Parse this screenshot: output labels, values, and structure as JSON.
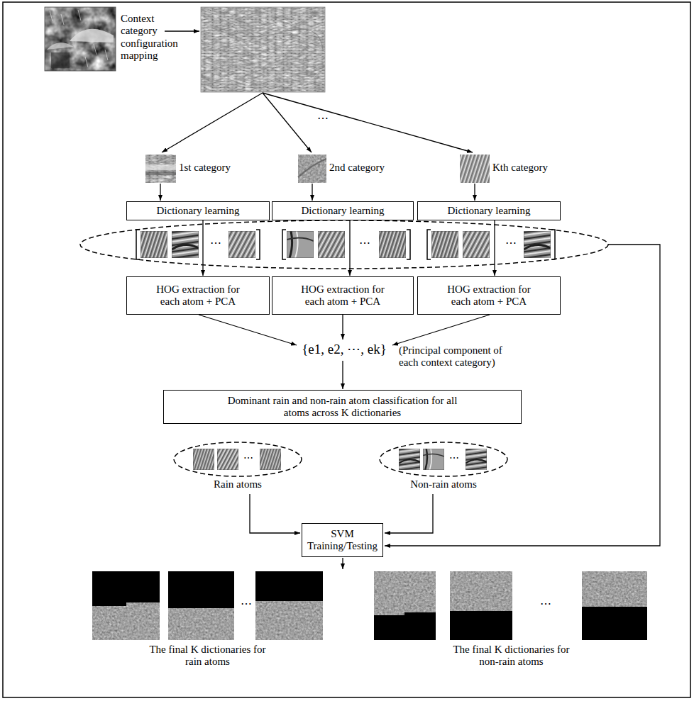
{
  "diagram": {
    "nodes": [
      {
        "text": [
          "Dictionary learning"
        ]
      },
      {
        "text": [
          "Dictionary learning"
        ]
      },
      {
        "text": [
          "Dictionary learning"
        ]
      },
      {
        "text": [
          "HOG extraction for each atom + PCA"
        ]
      },
      {
        "text": [
          "HOG extraction for each atom + PCA"
        ]
      },
      {
        "text": [
          "HOG extraction for each atom + PCA"
        ]
      },
      {
        "text": [
          "Dominant rain and non-rain atom classification for all atoms across K dictionaries"
        ]
      },
      {
        "text": [
          "SVM Training/Testing"
        ]
      }
    ],
    "edges": [
      {
        "from": 0,
        "to": 3,
        "arrow": "to"
      },
      {
        "from": 1,
        "to": 4,
        "arrow": "to"
      },
      {
        "from": 2,
        "to": 5,
        "arrow": "to"
      }
    ],
    "labels": [
      "Context category configuration mapping",
      "⋯",
      "1st category",
      "2nd category",
      "Kth category",
      "⋯",
      "⋯",
      "⋯",
      "{e1, e2, ⋯, ek}",
      "(Principal component of each context category)",
      "⋯",
      "⋯",
      "Rain atoms",
      "Non-rain atoms",
      "⋯",
      "⋯",
      "The final K dictionaries for rain atoms",
      "The final K dictionaries for non-rain atoms"
    ]
  }
}
